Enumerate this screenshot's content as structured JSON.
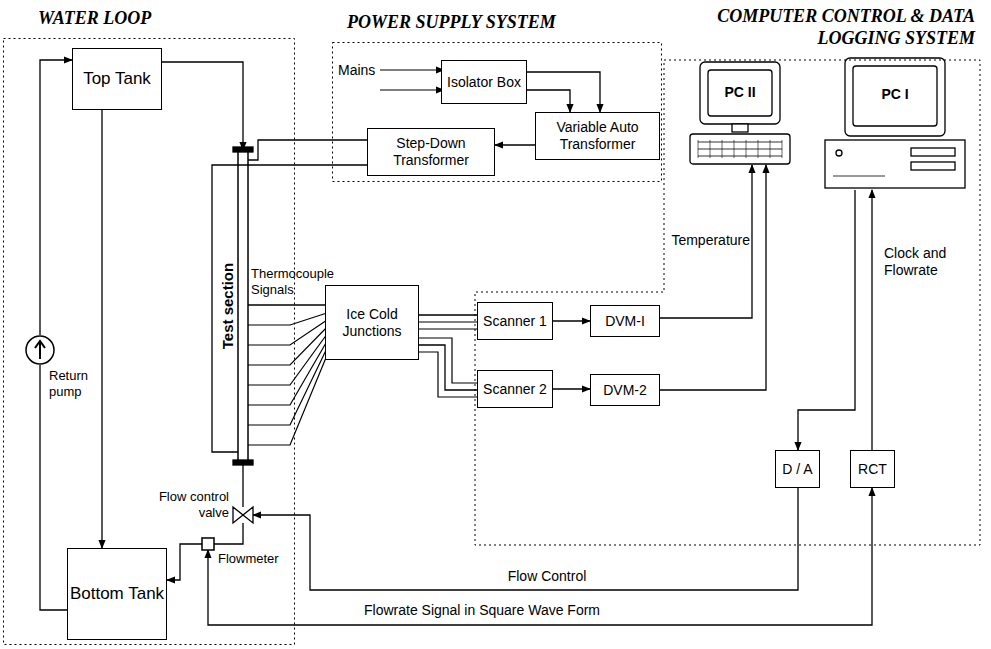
{
  "diagram": {
    "nodes": [
      {
        "text": [
          "WATER LOOP"
        ]
      },
      {
        "text": [
          "Top Tank"
        ],
        "in": 0
      },
      {
        "text": [
          "Test section"
        ],
        "in": 0
      },
      {
        "text": [
          "Bottom Tank"
        ],
        "in": 0
      },
      {
        "text": [
          "Return pump"
        ],
        "in": 0
      },
      {
        "text": [
          "Flow control valve"
        ],
        "in": 0
      },
      {
        "text": [
          "Flowmeter"
        ],
        "in": 0
      },
      {
        "text": [
          "POWER SUPPLY SYSTEM"
        ]
      },
      {
        "text": [
          "Isolator Box"
        ],
        "in": 7
      },
      {
        "text": [
          "Variable Auto Transformer"
        ],
        "in": 7
      },
      {
        "text": [
          "Step-Down Transformer"
        ],
        "in": 7
      },
      {
        "text": [
          "COMPUTER CONTROL & DATA LOGGING SYSTEM"
        ]
      },
      {
        "text": [
          "PC II"
        ],
        "in": 11
      },
      {
        "text": [
          "PC I"
        ],
        "in": 11
      },
      {
        "text": [
          "Ice Cold Junctions"
        ]
      },
      {
        "text": [
          "Scanner 1"
        ],
        "in": 11
      },
      {
        "text": [
          "Scanner 2"
        ],
        "in": 11
      },
      {
        "text": [
          "DVM-I"
        ],
        "in": 11
      },
      {
        "text": [
          "DVM-2"
        ],
        "in": 11
      },
      {
        "text": [
          "D / A"
        ],
        "in": 11
      },
      {
        "text": [
          "RCT"
        ],
        "in": 11
      }
    ],
    "edges": [
      {
        "from": 1,
        "to": 2,
        "arrow": "to"
      },
      {
        "from": 3,
        "to": 4,
        "arrow": "none"
      },
      {
        "from": 4,
        "to": 1,
        "arrow": "to"
      },
      {
        "from": 1,
        "to": 3,
        "arrow": "to"
      },
      {
        "from": 2,
        "to": 5,
        "arrow": "none"
      },
      {
        "from": 5,
        "to": 6,
        "arrow": "none"
      },
      {
        "from": 6,
        "to": 3,
        "arrow": "to"
      },
      {
        "from": 8,
        "to": 9,
        "arrow": "to"
      },
      {
        "from": 8,
        "to": 9,
        "arrow": "to"
      },
      {
        "from": 9,
        "to": 10,
        "arrow": "to"
      },
      {
        "from": 10,
        "to": 2,
        "arrow": "none"
      },
      {
        "from": 10,
        "to": 2,
        "arrow": "none"
      },
      {
        "from": 2,
        "to": 14,
        "label": "Thermocouple Signals",
        "arrow": "none"
      },
      {
        "from": 14,
        "to": 15,
        "arrow": "none"
      },
      {
        "from": 14,
        "to": 16,
        "arrow": "none"
      },
      {
        "from": 15,
        "to": 17,
        "arrow": "to"
      },
      {
        "from": 16,
        "to": 18,
        "arrow": "to"
      },
      {
        "from": 17,
        "to": 12,
        "label": "Temperature",
        "arrow": "to"
      },
      {
        "from": 18,
        "to": 12,
        "arrow": "to"
      },
      {
        "from": 13,
        "to": 19,
        "arrow": "to"
      },
      {
        "from": 19,
        "to": 5,
        "label": "Flow Control",
        "arrow": "to"
      },
      {
        "from": 6,
        "to": 20,
        "label": "Flowrate Signal in Square Wave Form",
        "arrow": "both"
      },
      {
        "from": 20,
        "to": 13,
        "label": "Clock and Flowrate",
        "arrow": "to"
      }
    ],
    "labels": [
      "Mains"
    ]
  }
}
